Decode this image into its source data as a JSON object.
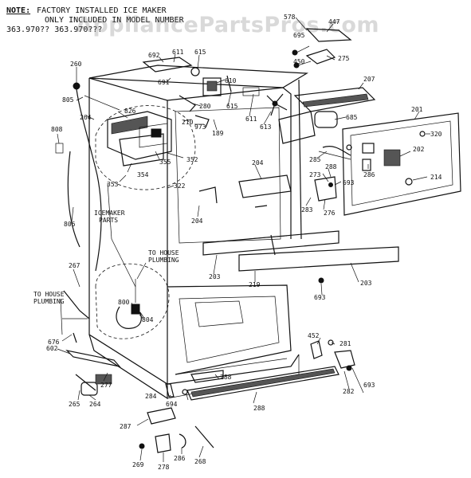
{
  "note": {
    "label": "NOTE:",
    "lines": [
      "FACTORY INSTALLED ICE MAKER",
      "ONLY INCLUDED IN MODEL NUMBER",
      "363.970?? 363.970???"
    ]
  },
  "watermark": "AppliancePartsPros.com",
  "callouts": {
    "icemaker_parts": [
      "ICEMAKER",
      "PARTS"
    ],
    "to_house_plumbing_a": [
      "TO HOUSE",
      "PLUMBING"
    ],
    "to_house_plumbing_b": [
      "TO HOUSE",
      "PLUMBING"
    ]
  },
  "part_numbers": {
    "p578": "578",
    "p447": "447",
    "p695": "695",
    "p450": "450",
    "p275": "275",
    "p692": "692",
    "p611a": "611",
    "p615": "615",
    "p691": "691",
    "p610": "610",
    "p260": "260",
    "p207": "207",
    "p201": "201",
    "p805": "805",
    "p826": "826",
    "p280": "280",
    "p615b": "615",
    "p685": "685",
    "p264a": "264",
    "p210": "210",
    "p973": "973",
    "p189": "189",
    "p611b": "611",
    "p613": "613",
    "p320": "320",
    "p808": "808",
    "p202": "202",
    "p285": "285",
    "p355": "355",
    "p352": "352",
    "p354": "354",
    "p353": "353",
    "p204a": "204",
    "p273": "273",
    "p288a": "288",
    "p286a": "286",
    "p214": "214",
    "p693a": "693",
    "p322": "322",
    "p283": "283",
    "p276": "276",
    "p204b": "204",
    "p806": "806",
    "p203a": "203",
    "p219": "219",
    "p203b": "203",
    "p267": "267",
    "p693b": "693",
    "p800": "800",
    "p804": "804",
    "p676": "676",
    "p452": "452",
    "p281": "281",
    "p602": "602",
    "p277": "277",
    "p288b": "288",
    "p282": "282",
    "p693c": "693",
    "p284": "284",
    "p694": "694",
    "p288c": "288",
    "p265": "265",
    "p264b": "264",
    "p287": "287",
    "p269": "269",
    "p278": "278",
    "p286b": "286",
    "p268": "268"
  }
}
